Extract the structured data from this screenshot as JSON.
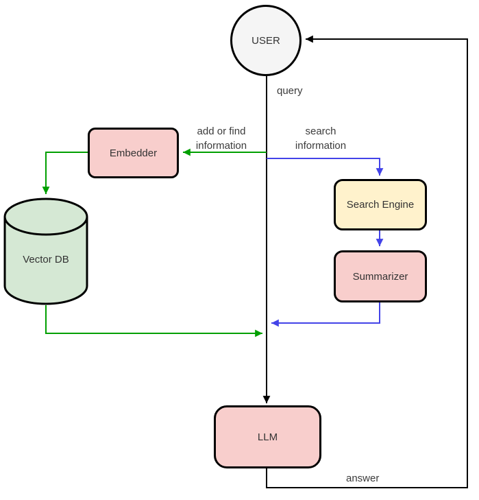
{
  "diagram": {
    "nodes": {
      "user": {
        "label": "USER",
        "fill": "#f5f5f5",
        "shape": "circle"
      },
      "embedder": {
        "label": "Embedder",
        "fill": "#f8cecc",
        "shape": "rounded-rect"
      },
      "vector_db": {
        "label": "Vector DB",
        "fill": "#d5e8d4",
        "shape": "cylinder"
      },
      "search_engine": {
        "label": "Search Engine",
        "fill": "#fff2cc",
        "shape": "rounded-rect"
      },
      "summarizer": {
        "label": "Summarizer",
        "fill": "#f8cecc",
        "shape": "rounded-rect"
      },
      "llm": {
        "label": "LLM",
        "fill": "#f8cecc",
        "shape": "rounded-rect"
      }
    },
    "edge_labels": {
      "query": "query",
      "add_or_find": "add or find\ninformation",
      "search_info": "search\ninformation",
      "answer": "answer"
    },
    "edges": [
      {
        "from": "USER",
        "to": "LLM",
        "label": "query",
        "color": "black"
      },
      {
        "from": "USER",
        "to": "Embedder",
        "label": "add or find information",
        "color": "green"
      },
      {
        "from": "Embedder",
        "to": "Vector DB",
        "label": "",
        "color": "green"
      },
      {
        "from": "Vector DB",
        "to": "LLM",
        "label": "",
        "color": "green"
      },
      {
        "from": "USER",
        "to": "Search Engine",
        "label": "search information",
        "color": "blue"
      },
      {
        "from": "Search Engine",
        "to": "Summarizer",
        "label": "",
        "color": "blue"
      },
      {
        "from": "Summarizer",
        "to": "LLM",
        "label": "",
        "color": "blue"
      },
      {
        "from": "LLM",
        "to": "USER",
        "label": "answer",
        "color": "black"
      }
    ],
    "colors": {
      "line_black": "#000000",
      "line_green": "#009f00",
      "line_blue": "#4343e8",
      "node_border": "#000000",
      "label_text": "#3b3b3b"
    }
  }
}
